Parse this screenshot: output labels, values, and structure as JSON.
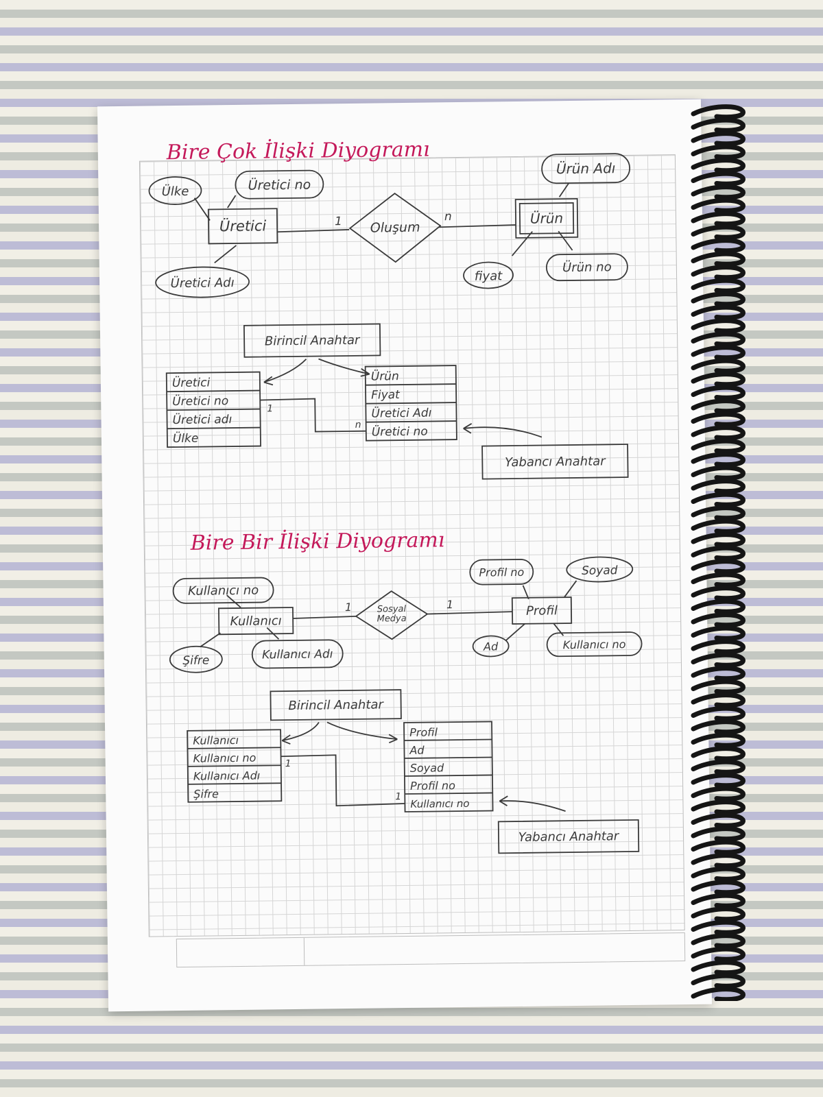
{
  "one_to_many": {
    "title": "Bire Çok İlişki Diyogramı",
    "entity_left": "Üretici",
    "entity_right": "Ürün",
    "relationship": "Oluşum",
    "card_left": "1",
    "card_right": "n",
    "attr_ulke": "Ülke",
    "attr_uretici_no": "Üretici no",
    "attr_uretici_adi": "Üretici Adı",
    "attr_urun_adi": "Ürün Adı",
    "attr_fiyat": "fiyat",
    "attr_urun_no": "Ürün no",
    "primary_key": "Birincil Anahtar",
    "foreign_key": "Yabancı Anahtar",
    "table_left": [
      "Üretici",
      "Üretici no",
      "Üretici adı",
      "Ülke"
    ],
    "table_right": [
      "Ürün",
      "Fiyat",
      "Üretici Adı",
      "Üretici no"
    ],
    "link_card_left": "1",
    "link_card_right": "n"
  },
  "one_to_one": {
    "title": "Bire Bir İlişki Diyogramı",
    "entity_left": "Kullanıcı",
    "entity_right": "Profil",
    "relationship_line1": "Sosyal",
    "relationship_line2": "Medya",
    "card_left": "1",
    "card_right": "1",
    "attr_kullanici_no": "Kullanıcı no",
    "attr_sifre": "Şifre",
    "attr_kullanici_adi": "Kullanıcı Adı",
    "attr_profil_no": "Profil no",
    "attr_soyad": "Soyad",
    "attr_ad": "Ad",
    "attr_profil_kullanici_no": "Kullanıcı no",
    "primary_key": "Birincil Anahtar",
    "foreign_key": "Yabancı Anahtar",
    "table_left": [
      "Kullanıcı",
      "Kullanıcı no",
      "Kullanıcı Adı",
      "Şifre"
    ],
    "table_right": [
      "Profil",
      "Ad",
      "Soyad",
      "Profil no",
      "Kullanıcı no"
    ],
    "link_card_left": "1",
    "link_card_right": "1"
  },
  "colors": {
    "title_ink": "#c4195a",
    "pencil": "#3a3a3a",
    "paper": "#fbfbfb"
  }
}
